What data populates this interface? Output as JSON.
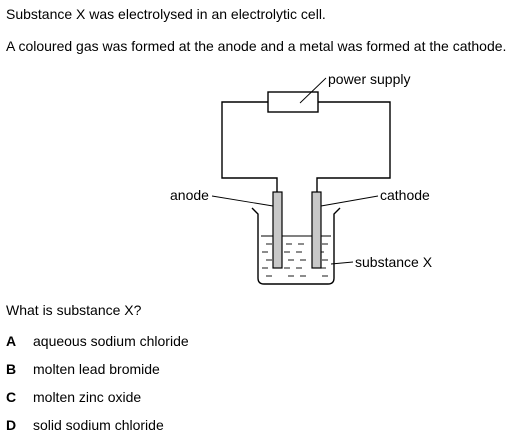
{
  "stem": {
    "line1": "Substance X was electrolysed in an electrolytic cell.",
    "line2": "A coloured gas was formed at the anode and a metal was formed at the cathode."
  },
  "diagram": {
    "power_supply": "power supply",
    "anode": "anode",
    "cathode": "cathode",
    "substance": "substance X"
  },
  "question": "What is substance X?",
  "options": [
    {
      "letter": "A",
      "text": "aqueous sodium chloride"
    },
    {
      "letter": "B",
      "text": "molten lead bromide"
    },
    {
      "letter": "C",
      "text": "molten zinc oxide"
    },
    {
      "letter": "D",
      "text": "solid sodium chloride"
    }
  ]
}
